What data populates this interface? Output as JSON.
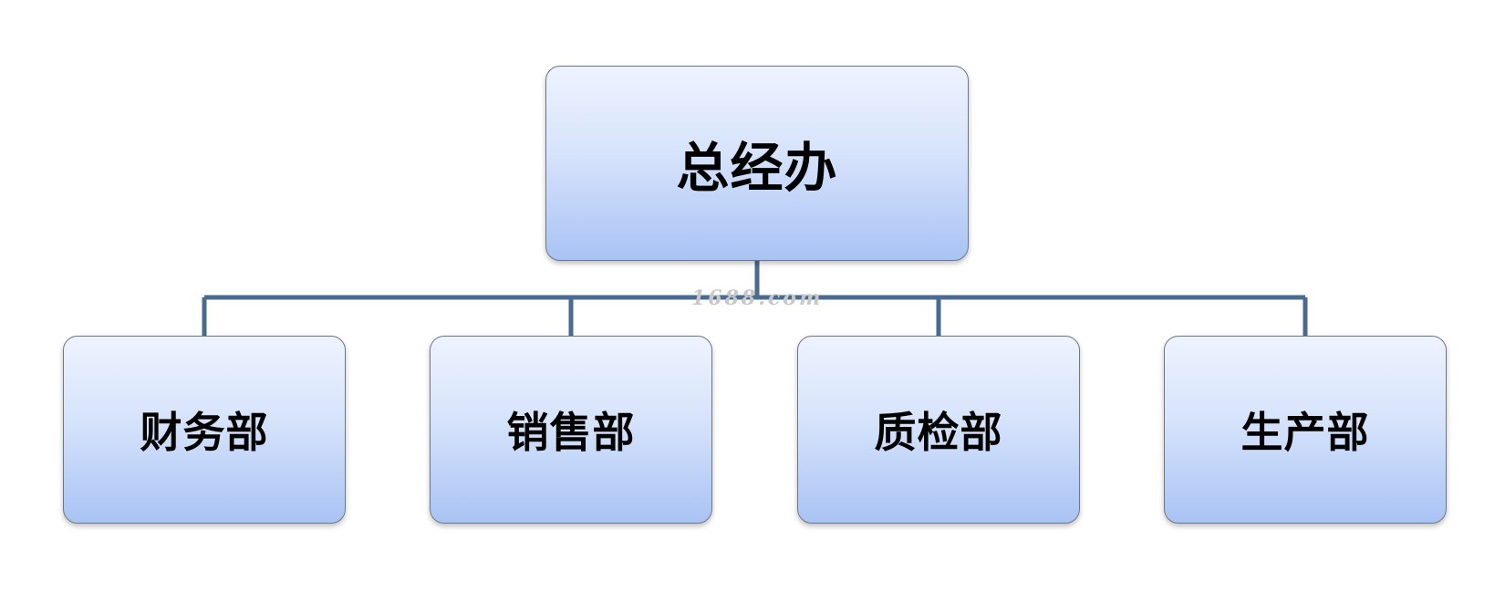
{
  "org_chart": {
    "root": {
      "label": "总经办"
    },
    "children": [
      {
        "label": "财务部"
      },
      {
        "label": "销售部"
      },
      {
        "label": "质检部"
      },
      {
        "label": "生产部"
      }
    ],
    "colors": {
      "connector": "#4a6b8f",
      "box_top": "#eef3fe",
      "box_bottom": "#a9c3f4",
      "box_border": "#6f7780"
    }
  },
  "watermark": {
    "text": "1688.com"
  }
}
